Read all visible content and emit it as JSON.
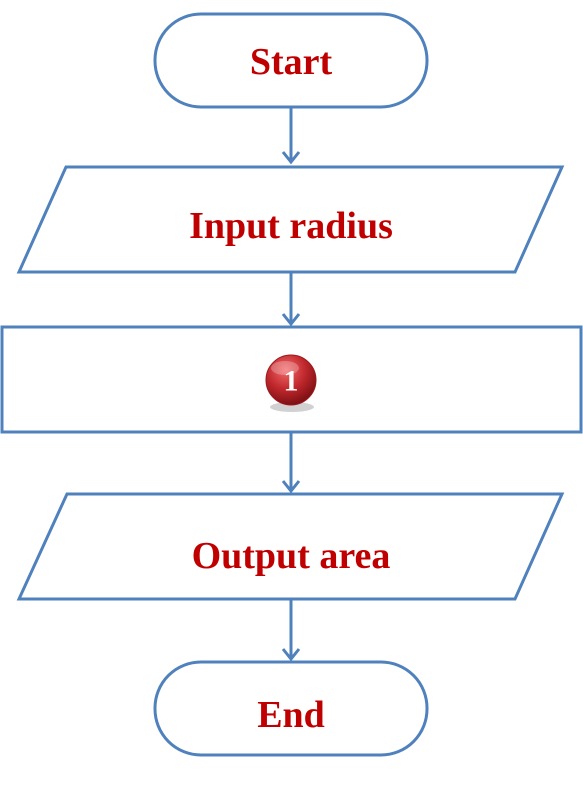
{
  "diagram": {
    "start_label": "Start",
    "input_label": "Input radius",
    "process_badge": "1",
    "output_label": "Output area",
    "end_label": "End"
  },
  "colors": {
    "stroke": "#4f81bd",
    "text": "#c00000",
    "badge": "#c0282d"
  }
}
